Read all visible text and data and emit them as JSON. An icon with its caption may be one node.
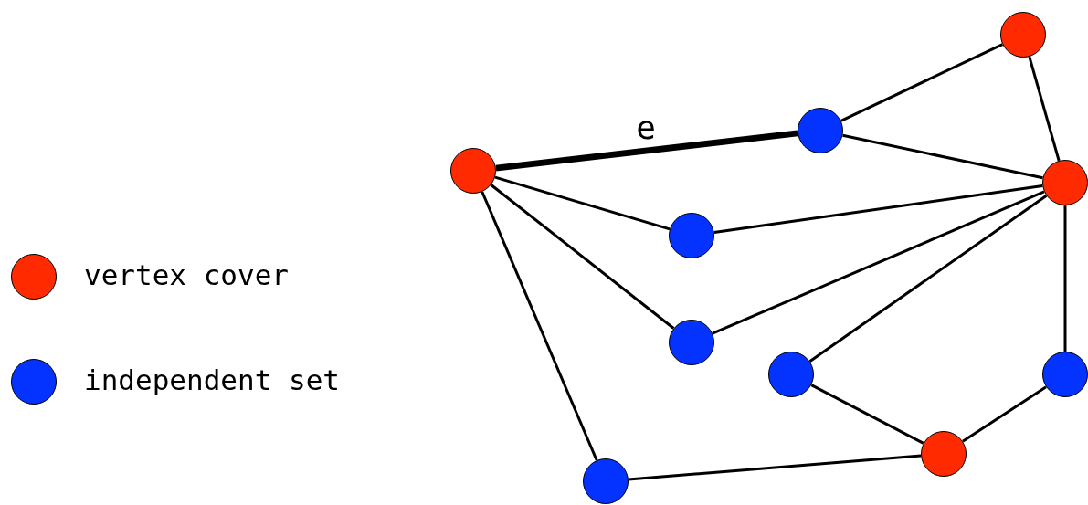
{
  "diagram": {
    "nodes": [
      {
        "text": [],
        "shape": "circle"
      },
      {
        "text": [],
        "shape": "circle"
      },
      {
        "text": [],
        "shape": "circle"
      },
      {
        "text": [],
        "shape": "circle"
      },
      {
        "text": [],
        "shape": "circle"
      },
      {
        "text": [],
        "shape": "circle"
      },
      {
        "text": [],
        "shape": "circle"
      },
      {
        "text": [],
        "shape": "circle"
      },
      {
        "text": [],
        "shape": "circle"
      },
      {
        "text": [],
        "shape": "circle"
      }
    ],
    "edges": [
      {
        "from": 0,
        "to": 5,
        "arrow": "none",
        "label": "e",
        "style": "thick"
      },
      {
        "from": 0,
        "to": 2,
        "arrow": "none"
      },
      {
        "from": 0,
        "to": 3,
        "arrow": "none"
      },
      {
        "from": 0,
        "to": 1,
        "arrow": "none"
      },
      {
        "from": 5,
        "to": 7,
        "arrow": "none"
      },
      {
        "from": 5,
        "to": 8,
        "arrow": "none"
      },
      {
        "from": 7,
        "to": 8,
        "arrow": "none"
      },
      {
        "from": 2,
        "to": 8,
        "arrow": "none"
      },
      {
        "from": 3,
        "to": 8,
        "arrow": "none"
      },
      {
        "from": 4,
        "to": 8,
        "arrow": "none"
      },
      {
        "from": 8,
        "to": 9,
        "arrow": "none"
      },
      {
        "from": 4,
        "to": 6,
        "arrow": "none"
      },
      {
        "from": 9,
        "to": 6,
        "arrow": "none"
      },
      {
        "from": 1,
        "to": 6,
        "arrow": "none"
      }
    ],
    "legend": [
      {
        "text": "vertex cover",
        "color": "#ff2a00"
      },
      {
        "text": "independent set",
        "color": "#0433ff"
      }
    ]
  }
}
